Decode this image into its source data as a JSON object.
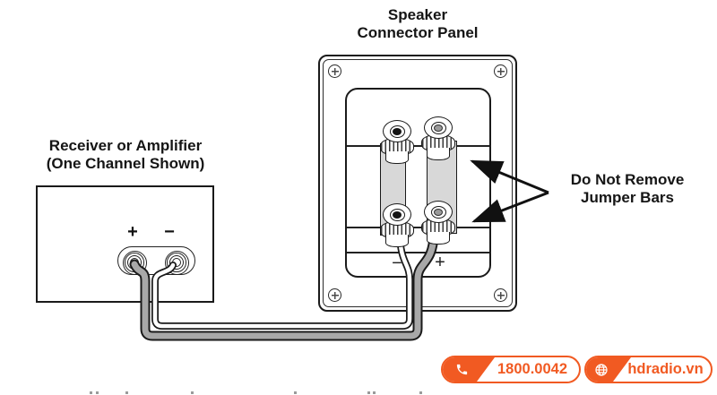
{
  "diagram": {
    "speaker_panel": {
      "title_line1": "Speaker",
      "title_line2": "Connector Panel",
      "minus_label": "−",
      "plus_label": "+",
      "negative_hole_color": "#141414",
      "positive_hole_color": "#9a9a9a",
      "jumper_bar_color": "#d8d8d8"
    },
    "receiver": {
      "title_line1": "Receiver or Amplifier",
      "title_line2": "(One Channel Shown)",
      "plus_label": "+",
      "minus_label": "−"
    },
    "annotation": {
      "line1": "Do Not Remove",
      "line2": "Jumper Bars"
    },
    "wires": {
      "positive_wire_color": "#a8a8a8",
      "negative_wire_color": "#ffffff",
      "outline_color": "#1a1a1a"
    }
  },
  "footer": {
    "phone_badge": {
      "icon": "phone-icon",
      "text": "1800.0042"
    },
    "website_badge": {
      "icon": "globe-icon",
      "text": "hdradio.vn"
    },
    "accent_color": "#F15A22"
  }
}
